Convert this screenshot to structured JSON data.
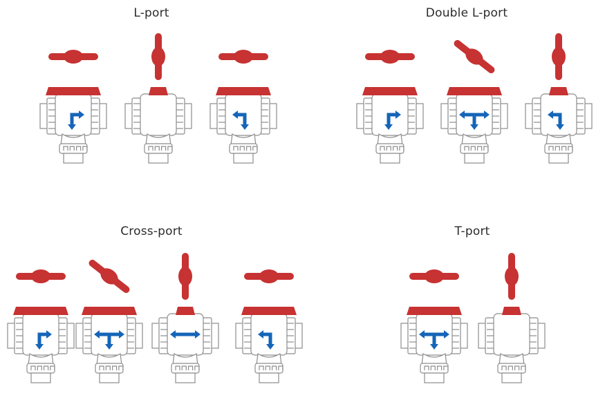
{
  "colors": {
    "handle": "#c73232",
    "arrow": "#1565b8",
    "outline": "#8c8c8c",
    "body_fill": "#ffffff"
  },
  "groups": [
    {
      "title": "L-port",
      "valves": [
        {
          "handle": "horizontal",
          "flow": "left-down",
          "arrow_icon": "l-flow-arrow-icon"
        },
        {
          "handle": "vertical",
          "flow": "none",
          "arrow_icon": "no-flow"
        },
        {
          "handle": "horizontal",
          "flow": "right-down",
          "arrow_icon": "l-flow-arrow-icon"
        }
      ]
    },
    {
      "title": "Double L-port",
      "valves": [
        {
          "handle": "horizontal",
          "flow": "left-down",
          "arrow_icon": "l-flow-arrow-icon"
        },
        {
          "handle": "diagonal",
          "flow": "left-right-down",
          "arrow_icon": "t-flow-arrow-icon"
        },
        {
          "handle": "vertical",
          "flow": "right-down",
          "arrow_icon": "l-flow-arrow-icon"
        }
      ]
    },
    {
      "title": "Cross-port",
      "valves": [
        {
          "handle": "horizontal",
          "flow": "left-down",
          "arrow_icon": "l-flow-arrow-icon"
        },
        {
          "handle": "diagonal",
          "flow": "left-right-down",
          "arrow_icon": "t-flow-arrow-icon"
        },
        {
          "handle": "vertical",
          "flow": "left-right",
          "arrow_icon": "straight-flow-arrow-icon"
        },
        {
          "handle": "horizontal",
          "flow": "right-down",
          "arrow_icon": "l-flow-arrow-icon"
        }
      ]
    },
    {
      "title": "T-port",
      "valves": [
        {
          "handle": "horizontal",
          "flow": "left-right-down",
          "arrow_icon": "t-flow-arrow-icon"
        },
        {
          "handle": "vertical",
          "flow": "none",
          "arrow_icon": "no-flow"
        }
      ]
    }
  ]
}
